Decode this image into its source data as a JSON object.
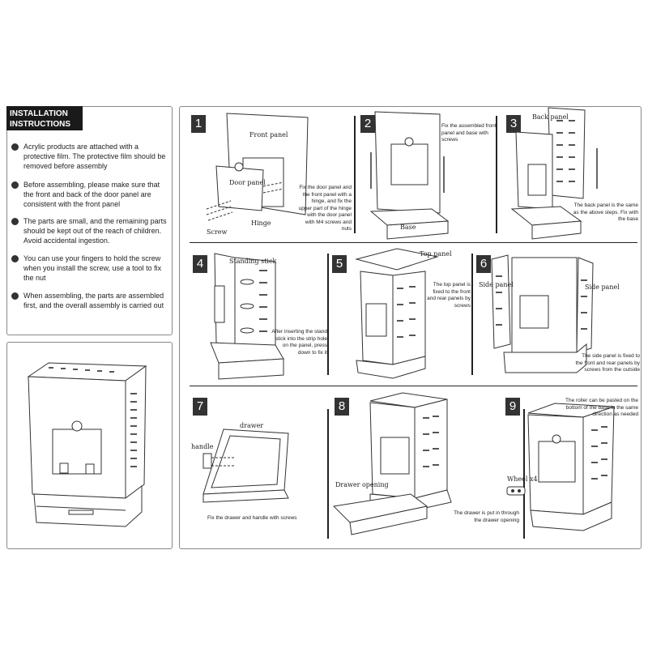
{
  "header": {
    "line1": "INSTALLATION",
    "line2": "INSTRUCTIONS"
  },
  "instructions": [
    "Acrylic products are attached with a protective film. The protective film should be removed before assembly",
    "Before assembling, please make sure that the front and back of the door panel are consistent with the front panel",
    "The parts are small, and the remaining parts should be kept out of the reach of children.  Avoid accidental ingestion.",
    "You can use your fingers to hold the screw when you install the screw, use a tool to fix the nut",
    "When assembling, the parts are assembled first, and the overall assembly is carried out"
  ],
  "steps": [
    {
      "number": "1",
      "caption": "Fix the door panel and the front panel with a hinge, and fix the upper part of the hinge with the door panel with M4 screws and nuts",
      "labels": {
        "front_panel": "Front panel",
        "door_panel": "Door panel",
        "hinge": "Hinge",
        "screw": "Screw"
      }
    },
    {
      "number": "2",
      "caption": "Fix the assembled front panel and base with screws",
      "labels": {
        "base": "Base"
      }
    },
    {
      "number": "3",
      "caption": "The back panel is the same as the above steps. Fix with the base",
      "labels": {
        "back_panel": "Back panel"
      }
    },
    {
      "number": "4",
      "caption": "After inserting the stand stick into the strip hole on the panel, press down to fix it",
      "labels": {
        "standing_stick": "Standing stick"
      }
    },
    {
      "number": "5",
      "caption": "The top panel is fixed to the front and rear panels by screws",
      "labels": {
        "top_panel": "Top panel"
      }
    },
    {
      "number": "6",
      "caption": "The side panel is fixed to the front and rear panels by screws from the outside",
      "labels": {
        "side_panel_left": "Side panel",
        "side_panel_right": "Side panel"
      }
    },
    {
      "number": "7",
      "caption": "Fix the drawer and handle with screws",
      "labels": {
        "drawer": "drawer",
        "handle": "handle"
      }
    },
    {
      "number": "8",
      "caption": "The drawer is put in through the drawer opening",
      "labels": {
        "drawer_opening": "Drawer opening"
      }
    },
    {
      "number": "9",
      "caption": "The roller can be pasted on the bottom of the base in the same direction as needed",
      "labels": {
        "wheel": "Wheel x4"
      }
    }
  ]
}
